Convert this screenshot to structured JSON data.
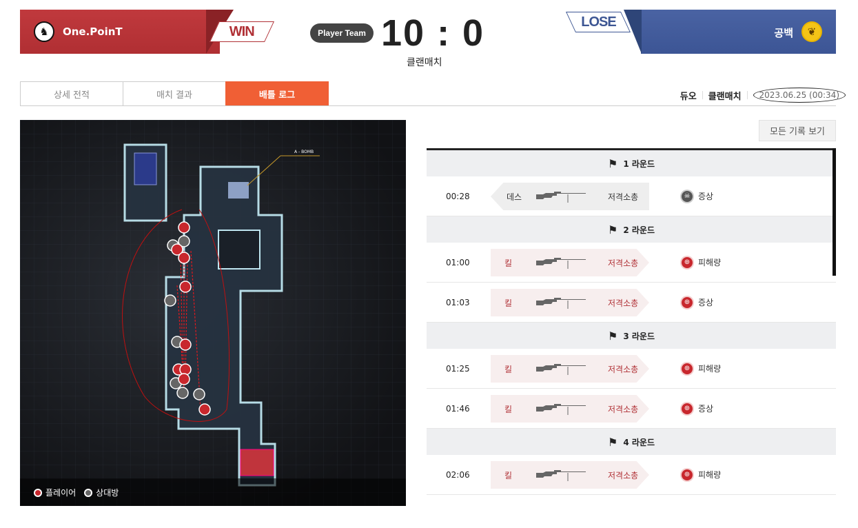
{
  "header": {
    "left_team": {
      "name": "One.PoinT",
      "result": "WIN",
      "color": "#b83236"
    },
    "right_team": {
      "name": "공백",
      "result": "LOSE",
      "color": "#4460a0"
    },
    "player_team_badge": "Player Team",
    "score": "10 : 0",
    "match_type": "클랜매치"
  },
  "tabs": [
    {
      "label": "상세 전적",
      "active": false
    },
    {
      "label": "매치 결과",
      "active": false
    },
    {
      "label": "배틀 로그",
      "active": true
    }
  ],
  "meta": {
    "mode": "듀오",
    "match": "클랜매치",
    "date": "2023.06.25 (00:34)"
  },
  "map": {
    "bomb_label": "A - BOMB",
    "legend": {
      "player": "플레이어",
      "opponent": "상대방"
    }
  },
  "view_all_label": "모든 기록 보기",
  "log": [
    {
      "round": "1 라운드",
      "events": [
        {
          "time": "00:28",
          "type": "death",
          "action": "데스",
          "weapon": "저격소총",
          "result": "증상"
        }
      ]
    },
    {
      "round": "2 라운드",
      "events": [
        {
          "time": "01:00",
          "type": "kill",
          "action": "킬",
          "weapon": "저격소총",
          "result": "피해량"
        },
        {
          "time": "01:03",
          "type": "kill",
          "action": "킬",
          "weapon": "저격소총",
          "result": "증상"
        }
      ]
    },
    {
      "round": "3 라운드",
      "events": [
        {
          "time": "01:25",
          "type": "kill",
          "action": "킬",
          "weapon": "저격소총",
          "result": "피해량"
        },
        {
          "time": "01:46",
          "type": "kill",
          "action": "킬",
          "weapon": "저격소총",
          "result": "증상"
        }
      ]
    },
    {
      "round": "4 라운드",
      "events": [
        {
          "time": "02:06",
          "type": "kill",
          "action": "킬",
          "weapon": "저격소총",
          "result": "피해량"
        }
      ]
    }
  ]
}
